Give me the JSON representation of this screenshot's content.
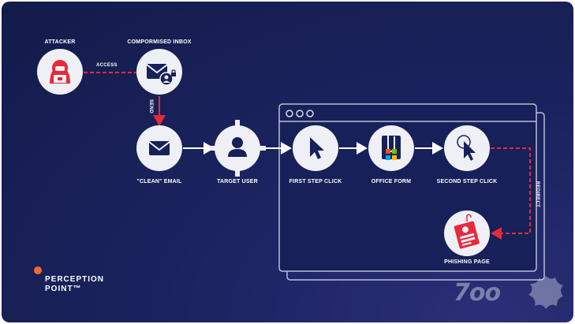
{
  "colors": {
    "background": "#172058",
    "node_fill": "#eef0f6",
    "attack_red": "#e8293b",
    "white": "#ffffff",
    "logo_orange": "#f26a2e"
  },
  "nodes": {
    "attacker": {
      "label": "ATTACKER",
      "icon": "hacker-icon"
    },
    "compromised_inbox": {
      "label": "COMPORMISED INBOX",
      "icon": "mail-lock-icon"
    },
    "clean_email": {
      "label": "\"CLEAN\" EMAIL",
      "icon": "envelope-icon"
    },
    "target_user": {
      "label": "TARGET USER",
      "icon": "user-icon"
    },
    "first_step_click": {
      "label": "FIRST STEP CLICK",
      "icon": "cursor-icon"
    },
    "office_form": {
      "label": "OFFICE FORM",
      "icon": "office-form-icon"
    },
    "second_step_click": {
      "label": "SECOND STEP CLICK",
      "icon": "click-cursor-icon"
    },
    "phishing_page": {
      "label": "PHISHING PAGE",
      "icon": "phishing-page-icon"
    }
  },
  "edges": {
    "access": "ACCESS",
    "send": "SEND",
    "redirect": "REDIRECT"
  },
  "logo": {
    "line1": "PERCEPTION",
    "line2": "POINT™"
  },
  "watermark": "7oo"
}
